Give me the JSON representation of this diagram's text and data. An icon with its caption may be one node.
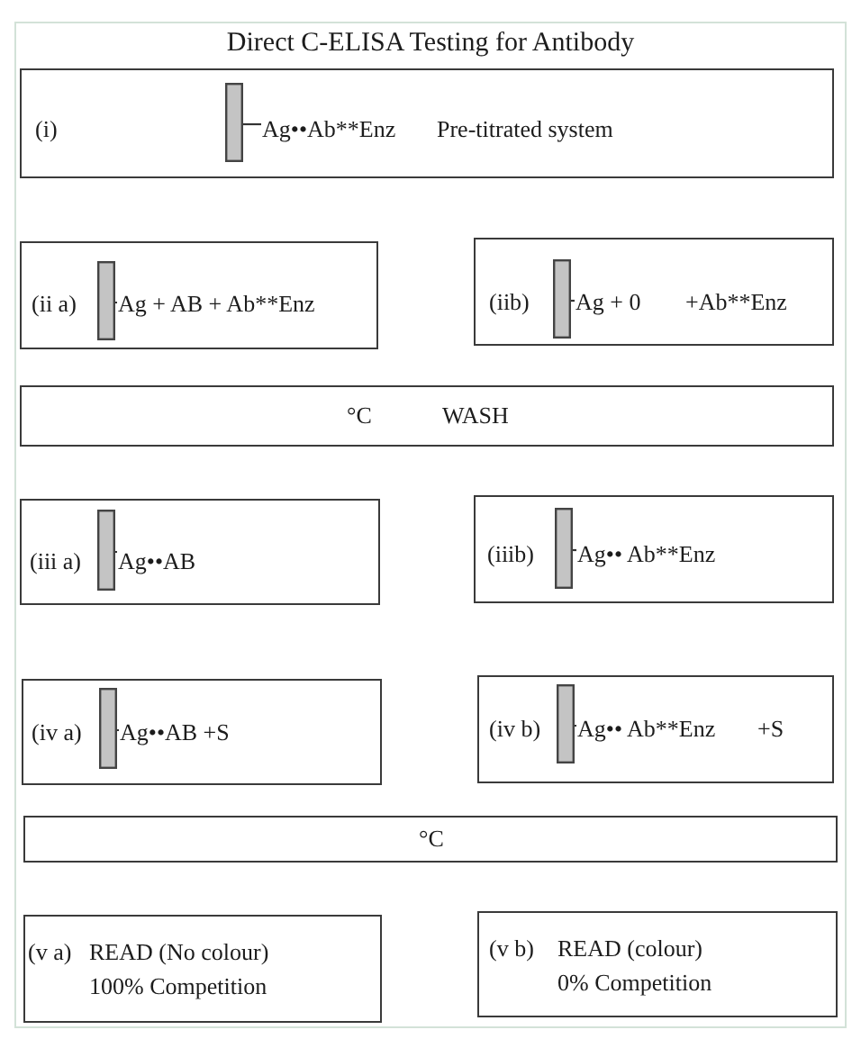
{
  "diagram": {
    "title": "Direct C-ELISA Testing for Antibody",
    "nodes": [
      {
        "text": [
          "(i)",
          "Ag••Ab**Enz",
          "Pre-titrated system"
        ]
      },
      {
        "text": [
          "(ii a)",
          "Ag + AB + Ab**Enz"
        ]
      },
      {
        "text": [
          "(iib)",
          "Ag + 0",
          "+Ab**Enz"
        ]
      },
      {
        "text": [
          "°C",
          "WASH"
        ]
      },
      {
        "text": [
          "(iii a)",
          "Ag••AB"
        ]
      },
      {
        "text": [
          "(iiib)",
          "Ag•• Ab**Enz"
        ]
      },
      {
        "text": [
          "(iv a)",
          "Ag••AB +S"
        ]
      },
      {
        "text": [
          "(iv b)",
          "Ag•• Ab**Enz",
          "+S"
        ]
      },
      {
        "text": [
          "°C"
        ]
      },
      {
        "text": [
          "(v a)",
          "READ (No colour)",
          "100% Competition"
        ]
      },
      {
        "text": [
          "(v b)",
          "READ (colour)",
          "0% Competition"
        ]
      }
    ]
  }
}
